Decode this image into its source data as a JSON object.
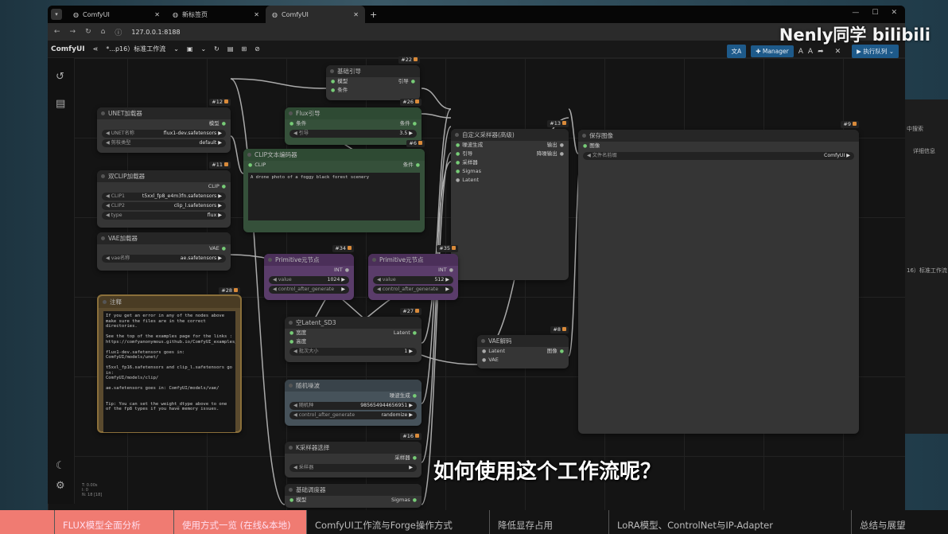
{
  "browser": {
    "tabs": [
      {
        "label": "ComfyUI"
      },
      {
        "label": "新标签页"
      },
      {
        "label": "ComfyUI"
      }
    ],
    "url": "127.0.0.1:8188"
  },
  "menubar": {
    "app": "ComfyUI",
    "workflow": "*...p16）标准工作流",
    "manager": "Manager",
    "run": "执行队列"
  },
  "nodes": [
    {
      "id": "n22",
      "title": "基础引导",
      "badge": "#22",
      "style": "",
      "inputs": [
        "模型",
        "条件"
      ],
      "outputs": [
        "引导"
      ],
      "widgets": []
    },
    {
      "id": "n12",
      "title": "UNET加载器",
      "badge": "#12",
      "style": "",
      "inputs": [],
      "outputs": [
        "模型"
      ],
      "widgets": [
        {
          "label": "UNET名称",
          "value": "flux1-dev.safetensors"
        },
        {
          "label": "剪枝类型",
          "value": "default"
        }
      ]
    },
    {
      "id": "n26",
      "title": "Flux引导",
      "badge": "#26",
      "style": "green",
      "inputs": [
        "条件"
      ],
      "outputs": [
        "条件"
      ],
      "widgets": [
        {
          "label": "引导",
          "value": "3.5"
        }
      ]
    },
    {
      "id": "n6",
      "title": "CLIP文本编码器",
      "badge": "#6",
      "style": "green",
      "inputs": [
        "CLIP"
      ],
      "outputs": [
        "条件"
      ],
      "widgets": [],
      "text": "A drone photo of a foggy black forest scenery"
    },
    {
      "id": "n11",
      "title": "双CLIP加载器",
      "badge": "#11",
      "style": "",
      "inputs": [],
      "outputs": [
        "CLIP"
      ],
      "widgets": [
        {
          "label": "CLIP1",
          "value": "t5xxl_fp8_e4m3fn.safetensors"
        },
        {
          "label": "CLIP2",
          "value": "clip_l.safetensors"
        },
        {
          "label": "type",
          "value": "flux"
        }
      ]
    },
    {
      "id": "n10",
      "title": "VAE加载器",
      "badge": "",
      "style": "",
      "inputs": [],
      "outputs": [
        "VAE"
      ],
      "widgets": [
        {
          "label": "vae名称",
          "value": "ae.safetensors"
        }
      ]
    },
    {
      "id": "n13",
      "title": "自定义采样器(高级)",
      "badge": "#13",
      "style": "",
      "inputs": [
        "噪波生成",
        "引导",
        "采样器",
        "Sigmas",
        "Latent"
      ],
      "outputs": [
        "输出",
        "降噪输出"
      ],
      "widgets": []
    },
    {
      "id": "n9",
      "title": "保存图像",
      "badge": "#9",
      "style": "",
      "inputs": [
        "图像"
      ],
      "outputs": [],
      "widgets": [
        {
          "label": "文件名前缀",
          "value": "ComfyUI"
        }
      ]
    },
    {
      "id": "n34",
      "title": "Primitive元节点",
      "badge": "#34",
      "style": "purple",
      "inputs": [],
      "outputs": [
        "INT"
      ],
      "widgets": [
        {
          "label": "value",
          "value": "1024"
        },
        {
          "label": "control_after_generate",
          "value": ""
        }
      ]
    },
    {
      "id": "n35",
      "title": "Primitive元节点",
      "badge": "#35",
      "style": "purple",
      "inputs": [],
      "outputs": [
        "INT"
      ],
      "widgets": [
        {
          "label": "value",
          "value": "512"
        },
        {
          "label": "control_after_generate",
          "value": ""
        }
      ]
    },
    {
      "id": "n28",
      "title": "注释",
      "badge": "#28",
      "style": "brown note",
      "inputs": [],
      "outputs": [],
      "widgets": [],
      "text": "If you get an error in any of the nodes above make sure the files are in the correct directories.\n\nSee the top of the examples page for the links :\nhttps://comfyanonymous.github.io/ComfyUI_examples/flux/\n\nflux1-dev.safetensors goes in: ComfyUI/models/unet/\n\nt5xxl_fp16.safetensors and clip_l.safetensors go in:\nComfyUI/models/clip/\n\nae.safetensors goes in: ComfyUI/models/vae/\n\n\nTip: You can set the weight_dtype above to one of the fp8 types if you have memory issues."
    },
    {
      "id": "n27",
      "title": "空Latent_SD3",
      "badge": "#27",
      "style": "",
      "inputs": [
        "宽度",
        "高度"
      ],
      "outputs": [
        "Latent"
      ],
      "widgets": [
        {
          "label": "批次大小",
          "value": "1"
        }
      ]
    },
    {
      "id": "n8",
      "title": "VAE解码",
      "badge": "#8",
      "style": "",
      "inputs": [
        "Latent",
        "VAE"
      ],
      "outputs": [
        "图像"
      ],
      "widgets": []
    },
    {
      "id": "n25",
      "title": "随机噪波",
      "badge": "",
      "style": "slate",
      "inputs": [],
      "outputs": [
        "噪波生成"
      ],
      "widgets": [
        {
          "label": "随机种",
          "value": "985654944656951"
        },
        {
          "label": "control_after_generate",
          "value": "randomize"
        }
      ]
    },
    {
      "id": "n16",
      "title": "K采样器选择",
      "badge": "#16",
      "style": "",
      "inputs": [],
      "outputs": [
        "采样器"
      ],
      "widgets": [
        {
          "label": "采样器",
          "value": ""
        }
      ]
    },
    {
      "id": "n17",
      "title": "基础调度器",
      "badge": "",
      "style": "",
      "inputs": [
        "模型"
      ],
      "outputs": [
        "Sigmas"
      ],
      "widgets": []
    }
  ],
  "subtitle": "如何使用这个工作流呢？",
  "chapters": [
    {
      "label": "FLUX模型全面分析",
      "done": true
    },
    {
      "label": "使用方式一览 (在线&本地)",
      "done": true
    },
    {
      "label": "ComfyUI工作流与Forge操作方式",
      "done": false
    },
    {
      "label": "降低显存占用",
      "done": false
    },
    {
      "label": "LoRA模型、ControlNet与IP-Adapter",
      "done": false
    },
    {
      "label": "总结与展望",
      "done": false
    }
  ],
  "watermark": "Nenly同学 bilibili",
  "right_window": {
    "items": [
      "中搜索",
      "详细信息",
      "16）标准工作流"
    ]
  },
  "stats": [
    "T: 0.00s",
    "I: 0",
    "N: 18 [18]"
  ]
}
